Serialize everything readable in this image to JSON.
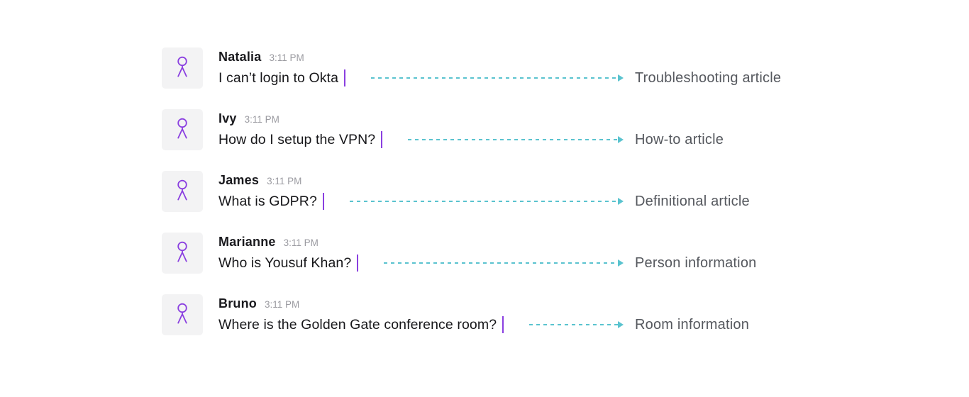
{
  "page": {
    "background": "#ffffff"
  },
  "colors": {
    "accent_purple": "#8a3fe0",
    "arrow_teal": "#5ac3cf",
    "avatar_background": "#f3f3f4",
    "name_text": "#1a1a1e",
    "timestamp_text": "#9b9ba1",
    "label_text": "#55585e"
  },
  "rows": [
    {
      "name": "Natalia",
      "time": "3:11 PM",
      "message": "I can’t login to Okta",
      "label": "Troubleshooting article"
    },
    {
      "name": "Ivy",
      "time": "3:11 PM",
      "message": "How do I setup the VPN?",
      "label": "How-to article"
    },
    {
      "name": "James",
      "time": "3:11 PM",
      "message": "What is GDPR?",
      "label": "Definitional article"
    },
    {
      "name": "Marianne",
      "time": "3:11 PM",
      "message": "Who is Yousuf Khan?",
      "label": "Person information"
    },
    {
      "name": "Bruno",
      "time": "3:11 PM",
      "message": "Where is the Golden Gate conference room?",
      "label": "Room information"
    }
  ]
}
